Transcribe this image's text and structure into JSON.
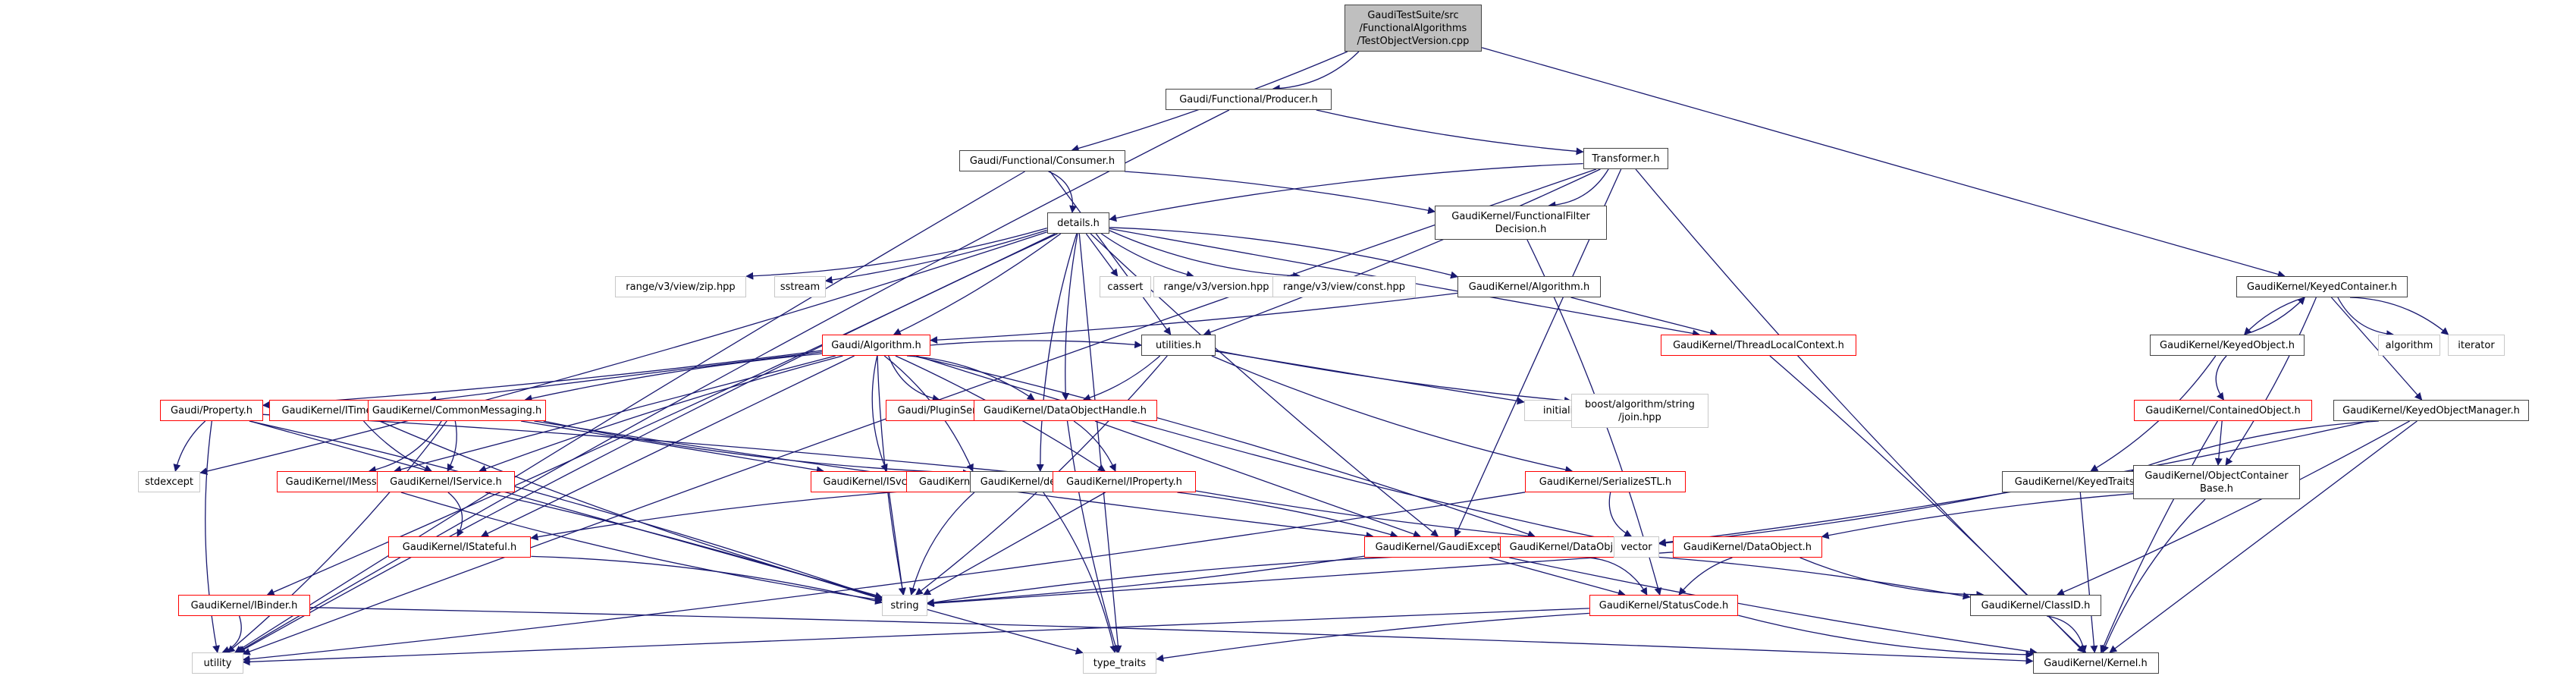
{
  "title": "Include dependency graph for TestObjectVersion.cpp",
  "colors": {
    "edge": "#191970",
    "documented_border": "#444444",
    "external_border": "#c8c8c8",
    "truncated_border": "#ff0000",
    "root_fill": "#bfbfbf"
  },
  "nodes": [
    {
      "id": "root",
      "label": "GaudiTestSuite/src\n/FunctionalAlgorithms\n/TestObjectVersion.cpp",
      "kind": "root"
    },
    {
      "id": "producer",
      "label": "Gaudi/Functional/Producer.h",
      "kind": "documented"
    },
    {
      "id": "consumer",
      "label": "Gaudi/Functional/Consumer.h",
      "kind": "documented"
    },
    {
      "id": "transformer",
      "label": "Transformer.h",
      "kind": "documented"
    },
    {
      "id": "details",
      "label": "details.h",
      "kind": "documented"
    },
    {
      "id": "ffd",
      "label": "GaudiKernel/FunctionalFilter\nDecision.h",
      "kind": "documented"
    },
    {
      "id": "zip",
      "label": "range/v3/view/zip.hpp",
      "kind": "external"
    },
    {
      "id": "sstream",
      "label": "sstream",
      "kind": "external"
    },
    {
      "id": "cassert",
      "label": "cassert",
      "kind": "external"
    },
    {
      "id": "version",
      "label": "range/v3/version.hpp",
      "kind": "external"
    },
    {
      "id": "const",
      "label": "range/v3/view/const.hpp",
      "kind": "external"
    },
    {
      "id": "gkalgorithm",
      "label": "GaudiKernel/Algorithm.h",
      "kind": "documented"
    },
    {
      "id": "keyedcontainer",
      "label": "GaudiKernel/KeyedContainer.h",
      "kind": "documented"
    },
    {
      "id": "gaudialgorithm",
      "label": "Gaudi/Algorithm.h",
      "kind": "truncated"
    },
    {
      "id": "utilities",
      "label": "utilities.h",
      "kind": "documented"
    },
    {
      "id": "threadlocal",
      "label": "GaudiKernel/ThreadLocalContext.h",
      "kind": "truncated"
    },
    {
      "id": "keyedobject",
      "label": "GaudiKernel/KeyedObject.h",
      "kind": "documented"
    },
    {
      "id": "algorithm",
      "label": "algorithm",
      "kind": "external"
    },
    {
      "id": "iterator",
      "label": "iterator",
      "kind": "external"
    },
    {
      "id": "property",
      "label": "Gaudi/Property.h",
      "kind": "truncated"
    },
    {
      "id": "itimeline",
      "label": "GaudiKernel/ITimelineSvc.h",
      "kind": "truncated"
    },
    {
      "id": "commonmsg",
      "label": "GaudiKernel/CommonMessaging.h",
      "kind": "truncated"
    },
    {
      "id": "pluginservice",
      "label": "Gaudi/PluginService.h",
      "kind": "truncated"
    },
    {
      "id": "dataobjhandle",
      "label": "GaudiKernel/DataObjectHandle.h",
      "kind": "truncated"
    },
    {
      "id": "initlist",
      "label": "initializer_list",
      "kind": "external"
    },
    {
      "id": "boostjoin",
      "label": "boost/algorithm/string\n/join.hpp",
      "kind": "external"
    },
    {
      "id": "containedobject",
      "label": "GaudiKernel/ContainedObject.h",
      "kind": "truncated"
    },
    {
      "id": "keyedobjmgr",
      "label": "GaudiKernel/KeyedObjectManager.h",
      "kind": "documented"
    },
    {
      "id": "stdexcept",
      "label": "stdexcept",
      "kind": "external"
    },
    {
      "id": "imessagesvc",
      "label": "GaudiKernel/IMessageSvc.h",
      "kind": "truncated"
    },
    {
      "id": "iservice",
      "label": "GaudiKernel/IService.h",
      "kind": "truncated"
    },
    {
      "id": "isvclocator",
      "label": "GaudiKernel/ISvcLocator.h",
      "kind": "truncated"
    },
    {
      "id": "ialgorithm",
      "label": "GaudiKernel/IAlgorithm.h",
      "kind": "truncated"
    },
    {
      "id": "detected",
      "label": "GaudiKernel/detected.h",
      "kind": "documented"
    },
    {
      "id": "iproperty",
      "label": "GaudiKernel/IProperty.h",
      "kind": "truncated"
    },
    {
      "id": "serializestl",
      "label": "GaudiKernel/SerializeSTL.h",
      "kind": "truncated"
    },
    {
      "id": "keyedtraits",
      "label": "GaudiKernel/KeyedTraits.h",
      "kind": "documented"
    },
    {
      "id": "objcontbase",
      "label": "GaudiKernel/ObjectContainer\nBase.h",
      "kind": "documented"
    },
    {
      "id": "istateful",
      "label": "GaudiKernel/IStateful.h",
      "kind": "truncated"
    },
    {
      "id": "gaudiexception",
      "label": "GaudiKernel/GaudiException.h",
      "kind": "truncated"
    },
    {
      "id": "dataobjid",
      "label": "GaudiKernel/DataObjID.h",
      "kind": "truncated"
    },
    {
      "id": "vector",
      "label": "vector",
      "kind": "external"
    },
    {
      "id": "dataobject",
      "label": "GaudiKernel/DataObject.h",
      "kind": "truncated"
    },
    {
      "id": "string",
      "label": "string",
      "kind": "external"
    },
    {
      "id": "ibinder",
      "label": "GaudiKernel/IBinder.h",
      "kind": "truncated"
    },
    {
      "id": "statuscode",
      "label": "GaudiKernel/StatusCode.h",
      "kind": "truncated"
    },
    {
      "id": "classid",
      "label": "GaudiKernel/ClassID.h",
      "kind": "documented"
    },
    {
      "id": "utility",
      "label": "utility",
      "kind": "external"
    },
    {
      "id": "typetraits",
      "label": "type_traits",
      "kind": "external"
    },
    {
      "id": "kernel",
      "label": "GaudiKernel/Kernel.h",
      "kind": "documented"
    }
  ],
  "edges": [
    [
      "root",
      "producer"
    ],
    [
      "root",
      "consumer"
    ],
    [
      "root",
      "keyedcontainer"
    ],
    [
      "producer",
      "transformer"
    ],
    [
      "producer",
      "utility"
    ],
    [
      "consumer",
      "details"
    ],
    [
      "consumer",
      "ffd"
    ],
    [
      "consumer",
      "utilities"
    ],
    [
      "consumer",
      "utility"
    ],
    [
      "transformer",
      "details"
    ],
    [
      "transformer",
      "ffd"
    ],
    [
      "transformer",
      "utilities"
    ],
    [
      "transformer",
      "gaudiexception"
    ],
    [
      "transformer",
      "utility"
    ],
    [
      "transformer",
      "kernel"
    ],
    [
      "details",
      "zip"
    ],
    [
      "details",
      "sstream"
    ],
    [
      "details",
      "cassert"
    ],
    [
      "details",
      "version"
    ],
    [
      "details",
      "const"
    ],
    [
      "details",
      "gkalgorithm"
    ],
    [
      "details",
      "gaudialgorithm"
    ],
    [
      "details",
      "threadlocal"
    ],
    [
      "details",
      "dataobjhandle"
    ],
    [
      "details",
      "detected"
    ],
    [
      "details",
      "stdexcept"
    ],
    [
      "details",
      "ibinder"
    ],
    [
      "details",
      "typetraits"
    ],
    [
      "details",
      "gaudiexception"
    ],
    [
      "details",
      "utility"
    ],
    [
      "ffd",
      "statuscode"
    ],
    [
      "gkalgorithm",
      "gaudialgorithm"
    ],
    [
      "gkalgorithm",
      "threadlocal"
    ],
    [
      "keyedcontainer",
      "keyedobject"
    ],
    [
      "keyedcontainer",
      "algorithm"
    ],
    [
      "keyedcontainer",
      "iterator"
    ],
    [
      "keyedcontainer",
      "objcontbase"
    ],
    [
      "keyedcontainer",
      "keyedobjmgr"
    ],
    [
      "keyedobject",
      "keyedcontainer"
    ],
    [
      "keyedobject",
      "containedobject"
    ],
    [
      "keyedobject",
      "keyedtraits"
    ],
    [
      "gaudialgorithm",
      "property"
    ],
    [
      "gaudialgorithm",
      "itimeline"
    ],
    [
      "gaudialgorithm",
      "commonmsg"
    ],
    [
      "gaudialgorithm",
      "pluginservice"
    ],
    [
      "gaudialgorithm",
      "dataobjhandle"
    ],
    [
      "gaudialgorithm",
      "utilities"
    ],
    [
      "gaudialgorithm",
      "imessagesvc"
    ],
    [
      "gaudialgorithm",
      "iservice"
    ],
    [
      "gaudialgorithm",
      "isvclocator"
    ],
    [
      "gaudialgorithm",
      "ialgorithm"
    ],
    [
      "gaudialgorithm",
      "iproperty"
    ],
    [
      "gaudialgorithm",
      "istateful"
    ],
    [
      "gaudialgorithm",
      "string"
    ],
    [
      "gaudialgorithm",
      "vector"
    ],
    [
      "gaudialgorithm",
      "dataobjid"
    ],
    [
      "utilities",
      "dataobjhandle"
    ],
    [
      "utilities",
      "initlist"
    ],
    [
      "utilities",
      "boostjoin"
    ],
    [
      "utilities",
      "serializestl"
    ],
    [
      "utilities",
      "string"
    ],
    [
      "threadlocal",
      "kernel"
    ],
    [
      "containedobject",
      "objcontbase"
    ],
    [
      "containedobject",
      "kernel"
    ],
    [
      "keyedobjmgr",
      "keyedtraits"
    ],
    [
      "keyedobjmgr",
      "vector"
    ],
    [
      "keyedobjmgr",
      "classid"
    ],
    [
      "keyedobjmgr",
      "kernel"
    ],
    [
      "property",
      "stdexcept"
    ],
    [
      "property",
      "utility"
    ],
    [
      "property",
      "string"
    ],
    [
      "property",
      "iproperty"
    ],
    [
      "property",
      "typetraits"
    ],
    [
      "itimeline",
      "iservice"
    ],
    [
      "itimeline",
      "string"
    ],
    [
      "commonmsg",
      "imessagesvc"
    ],
    [
      "commonmsg",
      "iservice"
    ],
    [
      "commonmsg",
      "isvclocator"
    ],
    [
      "commonmsg",
      "gaudiexception"
    ],
    [
      "commonmsg",
      "detected"
    ],
    [
      "commonmsg",
      "utility"
    ],
    [
      "dataobjhandle",
      "iproperty"
    ],
    [
      "dataobjhandle",
      "gaudiexception"
    ],
    [
      "dataobjhandle",
      "typetraits"
    ],
    [
      "imessagesvc",
      "string"
    ],
    [
      "iservice",
      "istateful"
    ],
    [
      "iservice",
      "string"
    ],
    [
      "isvclocator",
      "string"
    ],
    [
      "ialgorithm",
      "istateful"
    ],
    [
      "ialgorithm",
      "string"
    ],
    [
      "detected",
      "typetraits"
    ],
    [
      "iproperty",
      "gaudiexception"
    ],
    [
      "iproperty",
      "string"
    ],
    [
      "iproperty",
      "vector"
    ],
    [
      "serializestl",
      "vector"
    ],
    [
      "serializestl",
      "utility"
    ],
    [
      "keyedtraits",
      "vector"
    ],
    [
      "keyedtraits",
      "kernel"
    ],
    [
      "objcontbase",
      "dataobject"
    ],
    [
      "objcontbase",
      "kernel"
    ],
    [
      "istateful",
      "string"
    ],
    [
      "gaudiexception",
      "string"
    ],
    [
      "gaudiexception",
      "statuscode"
    ],
    [
      "gaudiexception",
      "kernel"
    ],
    [
      "dataobjid",
      "string"
    ],
    [
      "dataobjid",
      "statuscode"
    ],
    [
      "dataobjid",
      "classid"
    ],
    [
      "dataobject",
      "string"
    ],
    [
      "dataobject",
      "statuscode"
    ],
    [
      "dataobject",
      "classid"
    ],
    [
      "ibinder",
      "utility"
    ],
    [
      "ibinder",
      "kernel"
    ],
    [
      "statuscode",
      "utility"
    ],
    [
      "statuscode",
      "typetraits"
    ],
    [
      "statuscode",
      "kernel"
    ],
    [
      "classid",
      "kernel"
    ]
  ]
}
